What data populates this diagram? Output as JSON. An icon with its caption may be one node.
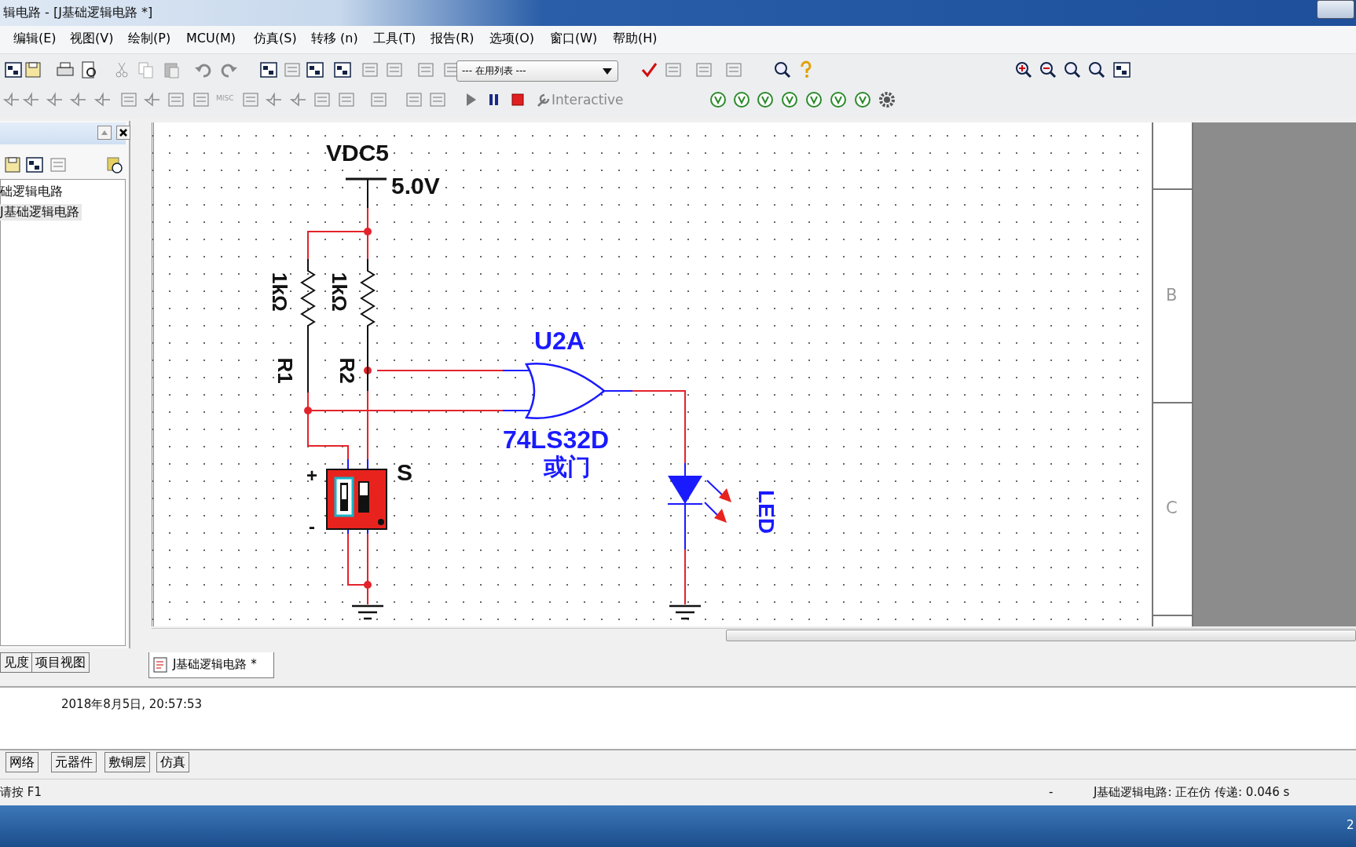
{
  "diagram": {
    "title": "辑电路 - [J基础逻辑电路 *]",
    "nodes": [
      {
        "text": [
          "VDC5",
          "5.0V"
        ]
      },
      {
        "text": [
          "1kΩ",
          "R1"
        ]
      },
      {
        "text": [
          "1kΩ",
          "R2"
        ]
      },
      {
        "text": [
          "S"
        ],
        "beside": [
          "+",
          "-"
        ]
      },
      {
        "text": [
          "U2A",
          "74LS32D",
          "或门"
        ]
      },
      {
        "text": [
          "LED"
        ]
      },
      {
        "text": [],
        "shape": "ground"
      },
      {
        "text": [],
        "shape": "ground"
      }
    ],
    "edges": [
      {
        "from": 0,
        "to": 1,
        "arrow": "none"
      },
      {
        "from": 0,
        "to": 2,
        "arrow": "none"
      },
      {
        "from": 2,
        "to": 4,
        "arrow": "none"
      },
      {
        "from": 1,
        "to": 4,
        "arrow": "none"
      },
      {
        "from": 1,
        "to": 3,
        "arrow": "none"
      },
      {
        "from": 2,
        "to": 3,
        "arrow": "none"
      },
      {
        "from": 3,
        "to": 6,
        "arrow": "none"
      },
      {
        "from": 4,
        "to": 5,
        "arrow": "none"
      },
      {
        "from": 5,
        "to": 7,
        "arrow": "none"
      }
    ],
    "labels": [
      "编辑(E)",
      "视图(V)",
      "绘制(P)",
      "MCU(M)",
      "仿真(S)",
      "转移 (n)",
      "工具(T)",
      "报告(R)",
      "选项(O)",
      "窗口(W)",
      "帮助(H)",
      "--- 在用列表 ---",
      "MISC",
      "Interactive",
      "础逻辑电路",
      "J基础逻辑电路",
      "B",
      "C",
      "见度",
      "项目视图",
      "J基础逻辑电路 *",
      "2018年8月5日, 20:57:53",
      "网络",
      "元器件",
      "敷铜层",
      "仿真",
      "请按 F1",
      "-",
      "J基础逻辑电路: 正在仿 传递: 0.046 s",
      "2"
    ]
  }
}
